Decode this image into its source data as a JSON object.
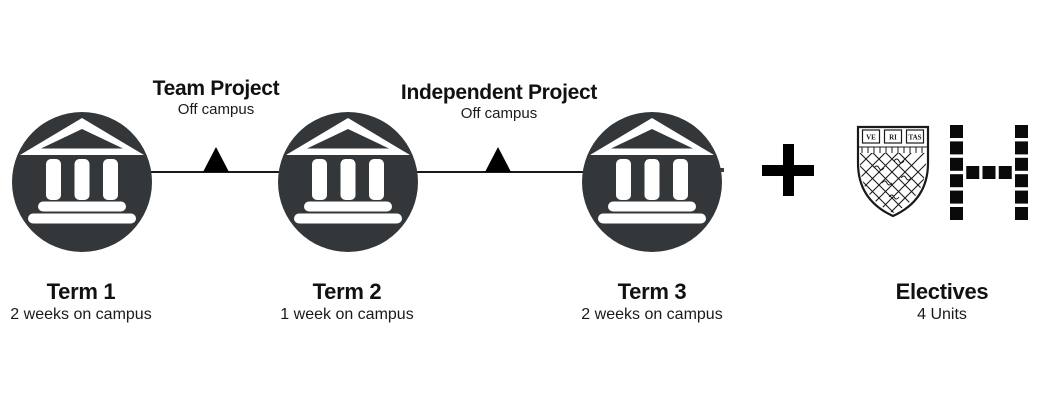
{
  "diagram": {
    "connectors": [
      {
        "title": "Team Project",
        "subtitle": "Off campus"
      },
      {
        "title": "Independent Project",
        "subtitle": "Off campus"
      }
    ],
    "terms": [
      {
        "title": "Term 1",
        "subtitle": "2 weeks on campus"
      },
      {
        "title": "Term 2",
        "subtitle": "1 week on campus"
      },
      {
        "title": "Term 3",
        "subtitle": "2 weeks on campus"
      }
    ],
    "electives": {
      "title": "Electives",
      "subtitle": "4 Units"
    },
    "shield_motto": {
      "s1": "VE",
      "s2": "RI",
      "s3": "TAS"
    },
    "icons": {
      "campus_circle": "building-columns-icon",
      "milestone": "triangle-up-icon",
      "plus": "plus-icon",
      "shield": "veritas-shield-icon",
      "h_logo": "pixel-h-icon"
    },
    "colors": {
      "circle_fill": "#33373a",
      "icon_white": "#ffffff",
      "ink": "#111111",
      "black": "#000000",
      "background": "#ffffff"
    }
  }
}
